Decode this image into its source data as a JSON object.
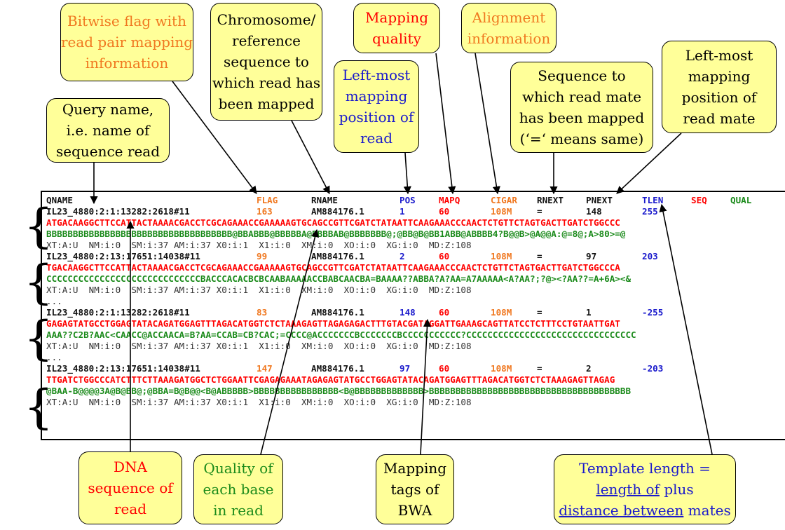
{
  "callouts": {
    "qname": {
      "lines": [
        "Query name,",
        "i.e. name of",
        "sequence read"
      ]
    },
    "flag": {
      "lines": [
        "Bitwise flag with",
        "read pair mapping",
        "information"
      ]
    },
    "rname": {
      "lines": [
        "Chromosome/",
        "reference",
        "sequence to",
        "which read has",
        "been mapped"
      ]
    },
    "pos": {
      "lines": [
        "Left-most",
        "mapping",
        "position of",
        "read"
      ]
    },
    "mapq": {
      "lines": [
        "Mapping",
        "quality"
      ]
    },
    "cigar": {
      "lines": [
        "Alignment",
        "information"
      ]
    },
    "rnext": {
      "lines": [
        "Sequence to",
        "which read mate",
        "has been mapped",
        "(‘=‘ means same)"
      ]
    },
    "pnext": {
      "lines": [
        "Left-most",
        "mapping",
        "position of",
        "read mate"
      ]
    },
    "seq": {
      "lines": [
        "DNA",
        "sequence of",
        "read"
      ]
    },
    "qual": {
      "lines": [
        "Quality of",
        "each base",
        "in read"
      ]
    },
    "tags": {
      "lines": [
        "Mapping",
        "tags of",
        "BWA"
      ]
    },
    "tlen": {
      "line1": "Template length =",
      "line2a": "length of",
      "line2b": " plus",
      "line3a": "distance between",
      "line3b": " mates"
    }
  },
  "sam": {
    "headers": {
      "qname": "QNAME",
      "flag": "FLAG",
      "rname": "RNAME",
      "pos": "POS",
      "mapq": "MAPQ",
      "cigar": "CIGAR",
      "rnext": "RNEXT",
      "pnext": "PNEXT",
      "tlen": "TLEN",
      "seq": "SEQ",
      "qual": "QUAL"
    },
    "records": [
      {
        "qname": "IL23_4880:2:1:13282:2618#11",
        "flag": "163",
        "rname": "AM884176.1",
        "pos": "1",
        "mapq": "60",
        "cigar": "108M",
        "rnext": "=",
        "pnext": "148",
        "tlen": "255",
        "seq": "ATGACAAGGCTTCCATTACTAAAACGACCTCGCAGAAACCGAAAAAGTGCAGCCGTTCGATCTATAATTCAAGAAACCCAACTCTGTTCTAGTGACTTGATCTGGCCC",
        "qual": "BBBBBBBBBBBBBBBBBBBBBBBBBBBBBBBBBBB@BBABBB@BBBBBA@BBBBAB@BBBBBBB@;@BB@B@BB1ABB@ABBBB4?B@@B>@A@@A:@=8@;A>80>=@",
        "tags": "XT:A:U  NM:i:0  SM:i:37 AM:i:37 X0:i:1  X1:i:0  XM:i:0  XO:i:0  XG:i:0  MD:Z:108"
      },
      {
        "qname": "IL23_4880:2:13:17651:14038#11",
        "flag": "99",
        "rname": "AM884176.1",
        "pos": "2",
        "mapq": "60",
        "cigar": "108M",
        "rnext": "=",
        "pnext": "97",
        "tlen": "203",
        "seq": "TGACAAGGCTTCCATTACTAAAACGACCTCGCAGAAACCGAAAAAGTGCAGCCGTTCGATCTATAATTCAAGAAACCCAACTCTGTTCTAGTGACTTGATCTGGCCCA",
        "qual": "CCCCCCCCCCCCCCCCCCCCCCCCCCCCCBACCCACACBCBCAABAAAAACCBABCAACBA=BAAAA??ABBA?A?AA=A7AAAAA<A?AA?;?@><?AA??=A+6A><&",
        "tags": "XT:A:U  NM:i:0  SM:i:37 AM:i:37 X0:i:1  X1:i:0  XM:i:0  XO:i:0  XG:i:0  MD:Z:108"
      },
      {
        "qname": "IL23_4880:2:1:13282:2618#11",
        "flag": "83",
        "rname": "AM884176.1",
        "pos": "148",
        "mapq": "60",
        "cigar": "108M",
        "rnext": "=",
        "pnext": "1",
        "tlen": "-255",
        "seq": "GAGAGTATGCCTGGAGTATACAGATGGAGTTTAGACATGGTCTCTAAAGAGTTAGAGAGACTTTGTACGATAGGATTGAAAGCAGTTATCCTCTTTCCTGTAATTGAT",
        "qual": "AAA??C2B?AAC<CAACC@ACCAACA=B?AA=CCAB=CB?CAC;=CCCC@ACCCCCCCBCCCCCCCBCCCCCCCCCCC?CCCCCCCCCCCCCCCCCCCCCCCCCCCCCCCC",
        "tags": "XT:A:U  NM:i:0  SM:i:37 AM:i:37 X0:i:1  X1:i:0  XM:i:0  XO:i:0  XG:i:0  MD:Z:108"
      },
      {
        "qname": "IL23_4880:2:13:17651:14038#11",
        "flag": "147",
        "rname": "AM884176.1",
        "pos": "97",
        "mapq": "60",
        "cigar": "108M",
        "rnext": "=",
        "pnext": "2",
        "tlen": "-203",
        "seq": "TTGATCTGGCCCATCTTTCTTAAAGATGGCTCTGGAATTCGAGAGAAATAGAGAGTATGCCTGGAGTATACAGATGGAGTTTAGACATGGTCTCTAAAGAGTTAGAG",
        "qual": "@BAA-B@@@@3A@B@BB@;@BBA=B@B@@<B@ABBBBB>BBBBBBBBBBBBBBBB<B@BBBBBBBBBBBBB>BBBBBBBBBBBBBBBBBBBBBBBBBBBBBBBBBBBBBB",
        "tags": "XT:A:U  NM:i:0  SM:i:37 AM:i:37 X0:i:1  X1:i:0  XM:i:0  XO:i:0  XG:i:0  MD:Z:108"
      }
    ],
    "ellipsis": "..."
  },
  "colors": {
    "callout_fill": "#ffff99",
    "orange": "#f07820",
    "red": "#ff0000",
    "blue": "#1a1acc",
    "green": "#1a8a1a"
  }
}
